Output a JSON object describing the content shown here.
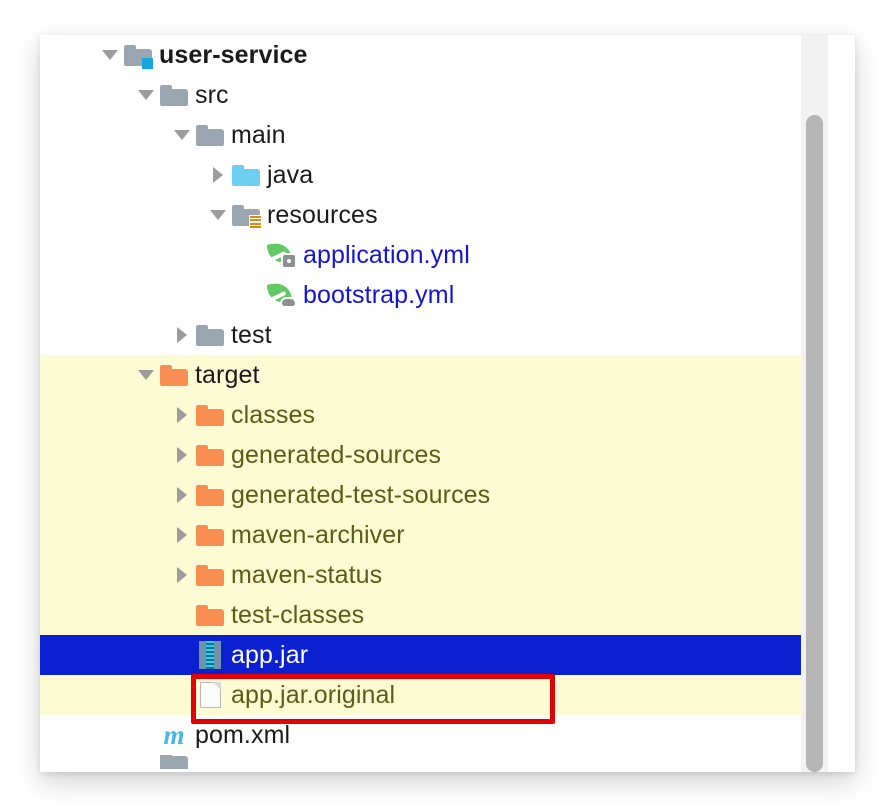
{
  "panel": {
    "name": "project-file-tree",
    "scrollbar": {
      "orientation": "vertical"
    }
  },
  "tree": {
    "rows": [
      {
        "label": "user-service",
        "indent": 0,
        "twisty": "down",
        "icon": "module-folder-icon",
        "style": "bold",
        "background": "white"
      },
      {
        "label": "src",
        "indent": 1,
        "twisty": "down",
        "icon": "folder-gray-icon",
        "style": "normal",
        "background": "white"
      },
      {
        "label": "main",
        "indent": 2,
        "twisty": "down",
        "icon": "folder-gray-icon",
        "style": "normal",
        "background": "white"
      },
      {
        "label": "java",
        "indent": 3,
        "twisty": "right",
        "icon": "folder-sources-icon",
        "style": "normal",
        "background": "white"
      },
      {
        "label": "resources",
        "indent": 3,
        "twisty": "down",
        "icon": "folder-resources-icon",
        "style": "normal",
        "background": "white"
      },
      {
        "label": "application.yml",
        "indent": 4,
        "twisty": "none",
        "icon": "spring-config-icon",
        "style": "blue",
        "background": "white"
      },
      {
        "label": "bootstrap.yml",
        "indent": 4,
        "twisty": "none",
        "icon": "spring-cloud-icon",
        "style": "blue",
        "background": "white"
      },
      {
        "label": "test",
        "indent": 2,
        "twisty": "right",
        "icon": "folder-gray-icon",
        "style": "normal",
        "background": "white"
      },
      {
        "label": "target",
        "indent": 1,
        "twisty": "down",
        "icon": "folder-orange-icon",
        "style": "normal",
        "background": "yellow"
      },
      {
        "label": "classes",
        "indent": 2,
        "twisty": "right",
        "icon": "folder-orange-icon",
        "style": "olive",
        "background": "yellow"
      },
      {
        "label": "generated-sources",
        "indent": 2,
        "twisty": "right",
        "icon": "folder-orange-icon",
        "style": "olive",
        "background": "yellow"
      },
      {
        "label": "generated-test-sources",
        "indent": 2,
        "twisty": "right",
        "icon": "folder-orange-icon",
        "style": "olive",
        "background": "yellow"
      },
      {
        "label": "maven-archiver",
        "indent": 2,
        "twisty": "right",
        "icon": "folder-orange-icon",
        "style": "olive",
        "background": "yellow"
      },
      {
        "label": "maven-status",
        "indent": 2,
        "twisty": "right",
        "icon": "folder-orange-icon",
        "style": "olive",
        "background": "yellow"
      },
      {
        "label": "test-classes",
        "indent": 2,
        "twisty": "none",
        "icon": "folder-orange-icon",
        "style": "olive",
        "background": "yellow"
      },
      {
        "label": "app.jar",
        "indent": 2,
        "twisty": "none",
        "icon": "jar-archive-icon",
        "style": "white",
        "background": "selected"
      },
      {
        "label": "app.jar.original",
        "indent": 2,
        "twisty": "none",
        "icon": "file-plain-icon",
        "style": "olive",
        "background": "yellow"
      },
      {
        "label": "pom.xml",
        "indent": 1,
        "twisty": "none",
        "icon": "maven-pom-icon",
        "style": "normal",
        "background": "white"
      }
    ],
    "selected_row": "app.jar",
    "highlighted_scope": "target"
  },
  "annotation": {
    "type": "rectangle-highlight",
    "target": "app.jar",
    "color": "#e30000"
  },
  "colors": {
    "selection_background": "#0b21d1",
    "selection_text": "#ffffff",
    "scope_highlight_background": "#fdfbd4",
    "scope_child_text": "#5c5c14",
    "link_text": "#1414d2",
    "annotation_red": "#e30000",
    "folder_gray": "#9aa7b0",
    "folder_orange": "#f98e52",
    "folder_cyan": "#6ccef0",
    "spring_green": "#63c963",
    "maven_cyan": "#44b6e8"
  }
}
